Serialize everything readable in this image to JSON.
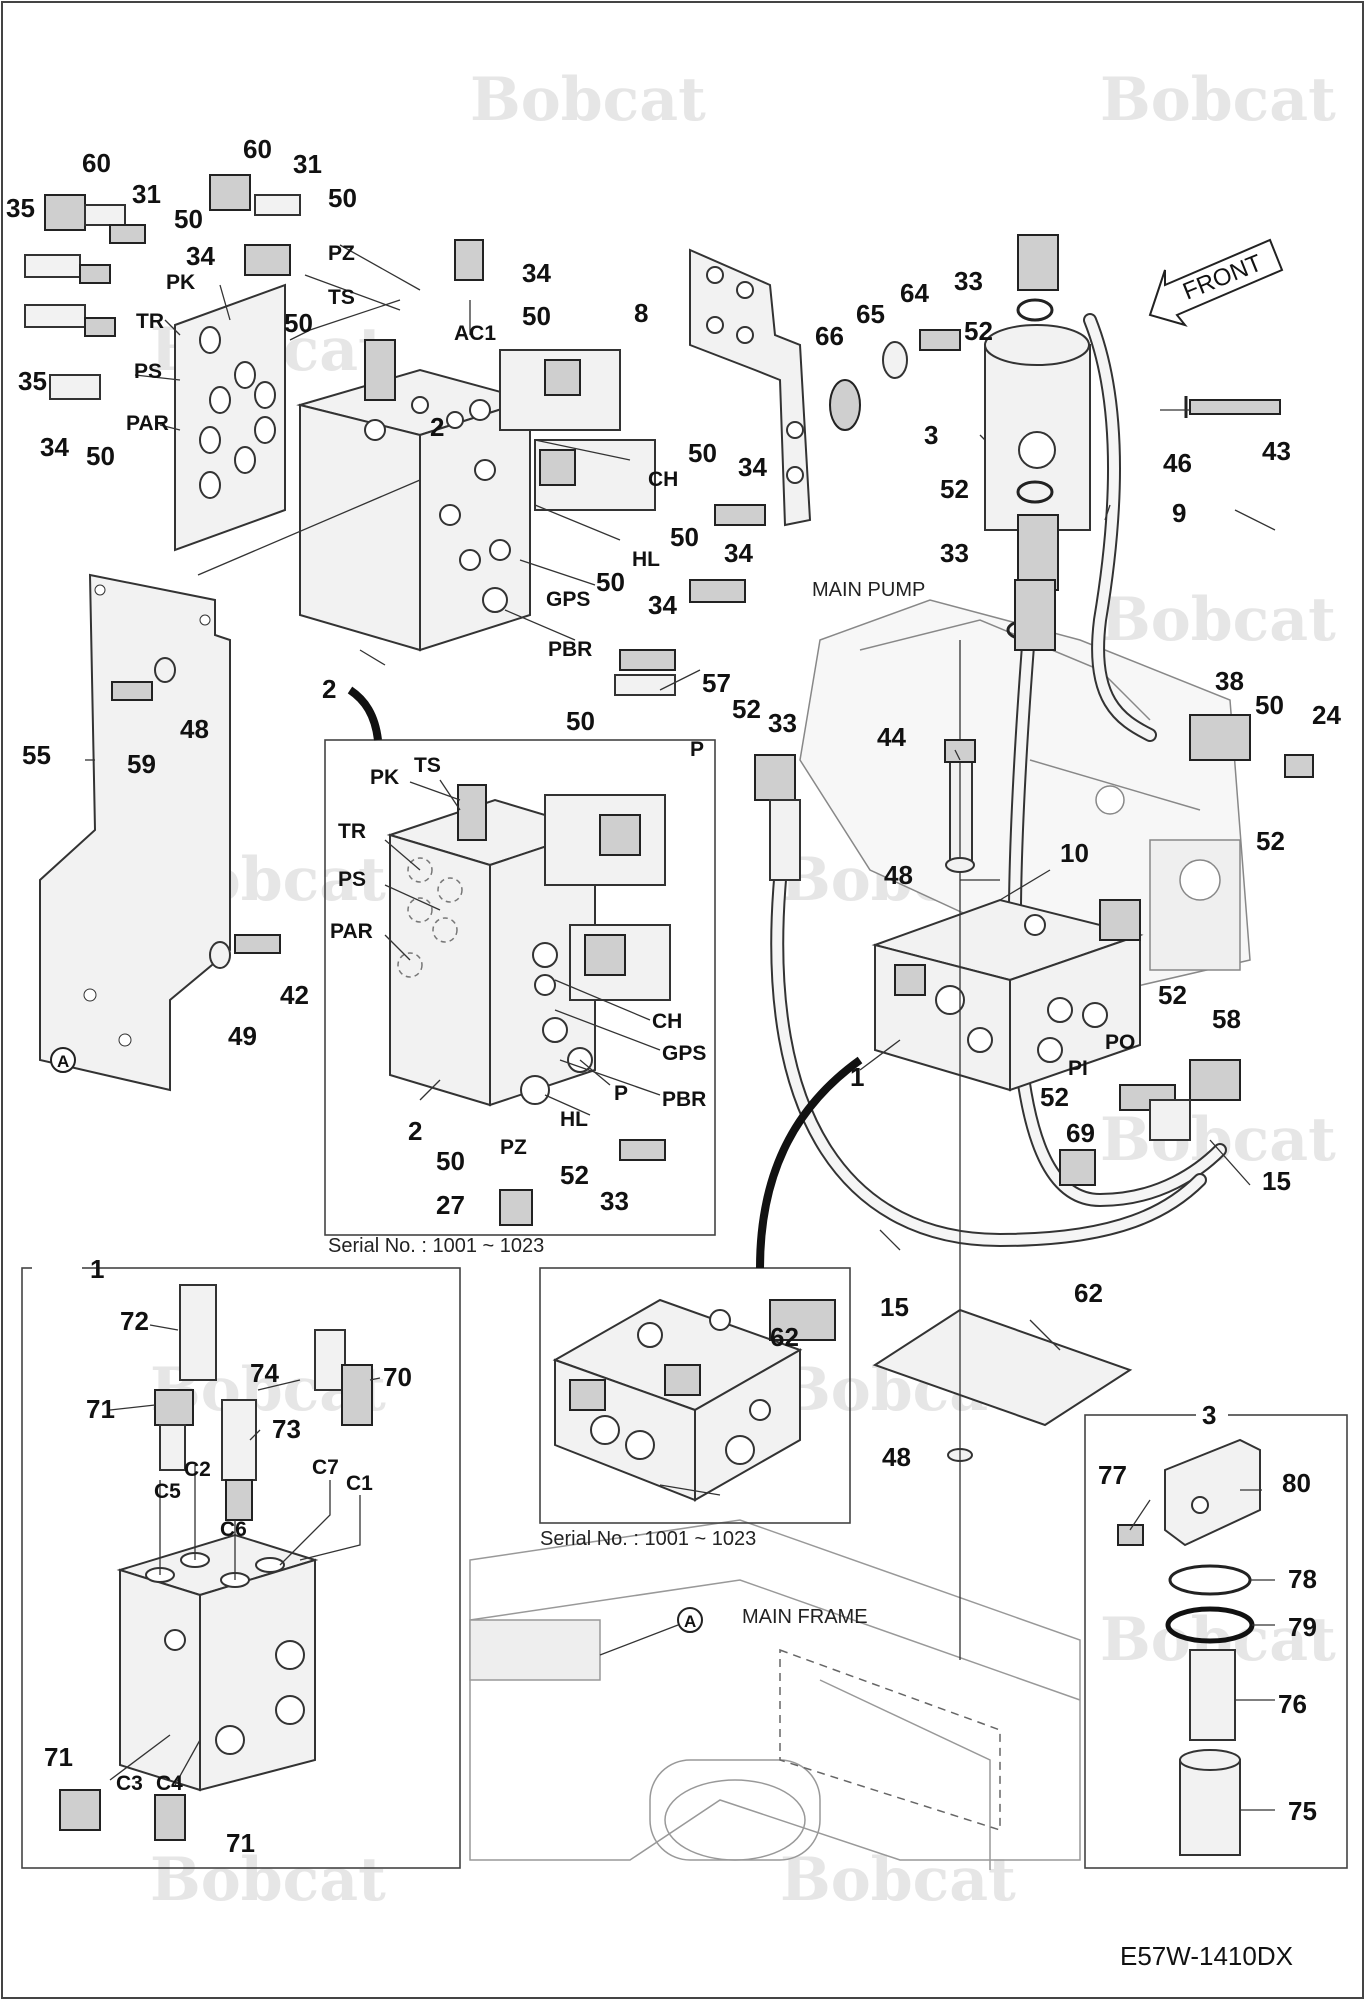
{
  "watermark": "Bobcat",
  "drawing_code": "E57W-1410DX",
  "front_arrow": "FRONT",
  "serial_note_1": "Serial No. : 1001 ~ 1023",
  "serial_note_2": "Serial No. : 1001 ~ 1023",
  "reference_labels": {
    "main_pump": "MAIN PUMP",
    "main_frame": "MAIN FRAME",
    "ref_a": "A"
  },
  "main_labels": {
    "n60a": "60",
    "n31a": "31",
    "n35a": "35",
    "n50a": "50",
    "n60b": "60",
    "n31b": "31",
    "n50b": "50",
    "n34a": "34",
    "n50c": "50",
    "n34b": "34",
    "n50d": "50",
    "n35b": "35",
    "n34c": "34",
    "n50e": "50",
    "n2a": "2",
    "n8": "8",
    "n66": "66",
    "n65": "65",
    "n64": "64",
    "n33a": "33",
    "n52a": "52",
    "n3a": "3",
    "n52b": "52",
    "n33b": "33",
    "n46": "46",
    "n43": "43",
    "n9": "9",
    "n50f": "50",
    "n34d": "34",
    "n50g": "50",
    "n34e": "34",
    "n50h": "50",
    "n34f": "34",
    "n50i": "50",
    "n57": "57",
    "n52c": "52",
    "n33c": "33",
    "n2b": "2",
    "n59": "59",
    "n48a": "48",
    "n55": "55",
    "n38": "38",
    "n50j": "50",
    "n24": "24",
    "n44": "44",
    "n52d": "52",
    "n48b": "48",
    "n10": "10",
    "n42": "42",
    "n49": "49",
    "n52e": "52",
    "n58": "58",
    "n1a": "1",
    "n52f": "52",
    "n69": "69",
    "n15a": "15",
    "n15b": "15",
    "n62a": "62",
    "n48c": "48"
  },
  "port_labels": {
    "pk": "PK",
    "tr": "TR",
    "ps": "PS",
    "par": "PAR",
    "pz": "PZ",
    "ts": "TS",
    "ac1": "AC1",
    "ch": "CH",
    "hl": "HL",
    "gps": "GPS",
    "pbr": "PBR",
    "p": "P",
    "po": "PO",
    "pi": "PI"
  },
  "inset_valve_labels": {
    "ts": "TS",
    "pk": "PK",
    "tr": "TR",
    "ps": "PS",
    "par": "PAR",
    "ch": "CH",
    "gps": "GPS",
    "p": "P",
    "pbr": "PBR",
    "hl": "HL",
    "pz": "PZ",
    "n2": "2",
    "n50": "50",
    "n52": "52",
    "n27": "27",
    "n33": "33"
  },
  "inset_1_labels": {
    "title": "1",
    "n72": "72",
    "n71a": "71",
    "n74": "74",
    "n70": "70",
    "n73": "73",
    "c2": "C2",
    "c5": "C5",
    "c7": "C7",
    "c1": "C1",
    "c6": "C6",
    "n71b": "71",
    "c3": "C3",
    "c4": "C4",
    "n71c": "71"
  },
  "inset_62_labels": {
    "n62": "62"
  },
  "inset_3_labels": {
    "title": "3",
    "n77": "77",
    "n80": "80",
    "n78": "78",
    "n79": "79",
    "n76": "76",
    "n75": "75"
  }
}
